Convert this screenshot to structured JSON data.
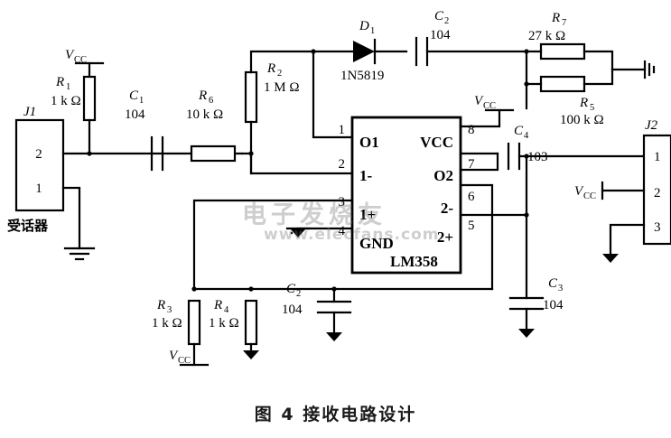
{
  "figure": {
    "caption": "图 4  接收电路设计",
    "watermark_cjk": "电子发烧友",
    "watermark_url": "www.elecfans.com"
  },
  "ic": {
    "part_number": "LM358",
    "pins_left": [
      {
        "number": "1",
        "label": "O1"
      },
      {
        "number": "2",
        "label": "1-"
      },
      {
        "number": "3",
        "label": "1+"
      },
      {
        "number": "4",
        "label": "GND"
      }
    ],
    "pins_right": [
      {
        "number": "8",
        "label": "VCC"
      },
      {
        "number": "7",
        "label": "O2"
      },
      {
        "number": "6",
        "label": "2-"
      },
      {
        "number": "5",
        "label": "2+"
      }
    ]
  },
  "connectors": [
    {
      "ref": "J1",
      "caption": "受话器",
      "pins": [
        "2",
        "1"
      ]
    },
    {
      "ref": "J2",
      "caption": "",
      "pins": [
        "1",
        "2",
        "3"
      ]
    }
  ],
  "components": {
    "r1": {
      "ref": "R",
      "sub": "1",
      "value": "1 k Ω"
    },
    "r2": {
      "ref": "R",
      "sub": "2",
      "value": "1 M Ω"
    },
    "r3": {
      "ref": "R",
      "sub": "3",
      "value": "1 k Ω"
    },
    "r4": {
      "ref": "R",
      "sub": "4",
      "value": "1 k Ω"
    },
    "r5": {
      "ref": "R",
      "sub": "5",
      "value": "100 k Ω"
    },
    "r6": {
      "ref": "R",
      "sub": "6",
      "value": "10 k Ω"
    },
    "r7": {
      "ref": "R",
      "sub": "7",
      "value": "27 k Ω"
    },
    "c1": {
      "ref": "C",
      "sub": "1",
      "value": "104"
    },
    "c2_top": {
      "ref": "C",
      "sub": "2",
      "value": "104"
    },
    "c2_bottom": {
      "ref": "C",
      "sub": "2",
      "value": "104"
    },
    "c3": {
      "ref": "C",
      "sub": "3",
      "value": "104"
    },
    "c4": {
      "ref": "C",
      "sub": "4",
      "value": "103"
    },
    "d1": {
      "ref": "D",
      "sub": "1",
      "value": "1N5819"
    }
  },
  "power_labels": {
    "vcc": "V",
    "vcc_sub": "CC"
  },
  "colors": {
    "ink": "#000000",
    "paper": "#ffffff",
    "watermark": "#6e6e6e"
  }
}
